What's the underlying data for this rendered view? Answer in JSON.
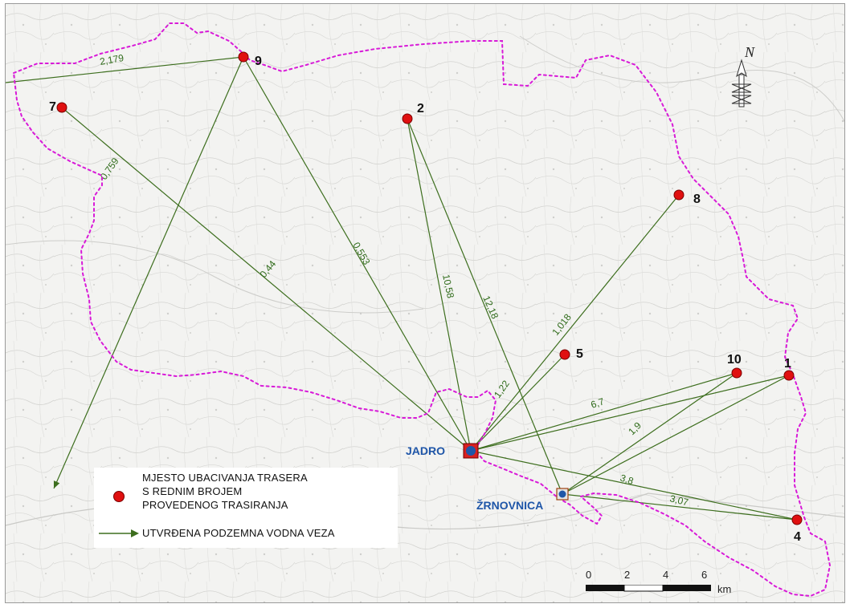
{
  "points": [
    {
      "id": "1",
      "label": "1"
    },
    {
      "id": "2",
      "label": "2"
    },
    {
      "id": "4",
      "label": "4"
    },
    {
      "id": "5",
      "label": "5"
    },
    {
      "id": "7",
      "label": "7"
    },
    {
      "id": "8",
      "label": "8"
    },
    {
      "id": "9",
      "label": "9"
    },
    {
      "id": "10",
      "label": "10"
    }
  ],
  "springs": {
    "jadro": "JADRO",
    "zrnovnica": "ŽRNOVNICA"
  },
  "connections": [
    {
      "from": "9",
      "to": "west-edge",
      "label": "2,179"
    },
    {
      "from": "9",
      "to": "southwest-edge",
      "label": "0,759"
    },
    {
      "from": "9",
      "to": "JADRO",
      "label": "0,553"
    },
    {
      "from": "7",
      "to": "JADRO",
      "label": "0,44"
    },
    {
      "from": "2",
      "to": "JADRO",
      "label": "10,58"
    },
    {
      "from": "2",
      "to": "ŽRNOVNICA",
      "label": "12,18"
    },
    {
      "from": "8",
      "to": "JADRO",
      "label": "1,018"
    },
    {
      "from": "5",
      "to": "JADRO",
      "label": "1,22"
    },
    {
      "from": "10",
      "to": "JADRO",
      "label": "6,7"
    },
    {
      "from": "10",
      "to": "ŽRNOVNICA",
      "label": "1,9"
    },
    {
      "from": "1",
      "to": "JADRO",
      "label": ""
    },
    {
      "from": "1",
      "to": "ŽRNOVNICA",
      "label": ""
    },
    {
      "from": "4",
      "to": "JADRO",
      "label": "3,8"
    },
    {
      "from": "4",
      "to": "ŽRNOVNICA",
      "label": "3,07"
    }
  ],
  "legend": {
    "injection_line1": "MJESTO UBACIVANJA TRASERA",
    "injection_line2": "S REDNIM BROJEM",
    "injection_line3": "PROVEDENOG TRASIRANJA",
    "connection": "UTVRĐENA PODZEMNA VODNA VEZA"
  },
  "scale": {
    "ticks": [
      "0",
      "2",
      "4",
      "6"
    ],
    "unit": "km"
  },
  "north_label": "N",
  "colors": {
    "boundary": "#d81ad8",
    "connection": "#3d6e1e",
    "point": "#e01010",
    "spring_blue": "#1f56a8",
    "spring_square": "#d82020"
  }
}
